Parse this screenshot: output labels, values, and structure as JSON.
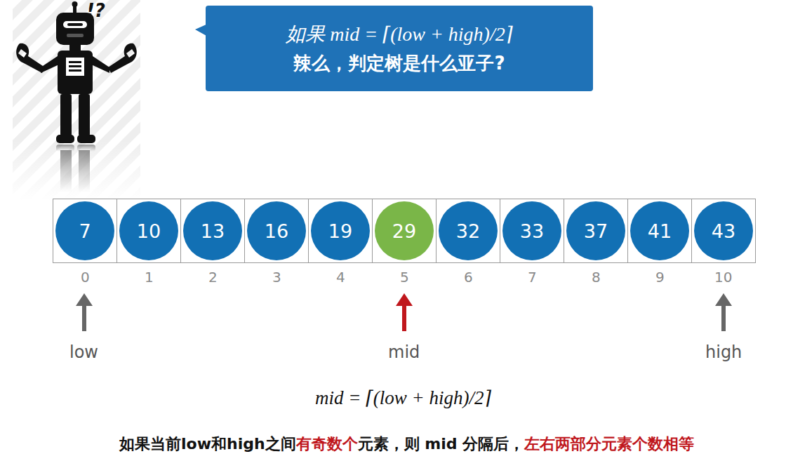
{
  "diagram": {
    "nodes": [
      {
        "text": [
          "如果 mid = ⌈(low + high)/2⌉",
          "辣么，判定树是什么亚子?"
        ]
      },
      {
        "text": [
          "7"
        ]
      },
      {
        "text": [
          "10"
        ]
      },
      {
        "text": [
          "13"
        ]
      },
      {
        "text": [
          "16"
        ]
      },
      {
        "text": [
          "19"
        ]
      },
      {
        "text": [
          "29"
        ]
      },
      {
        "text": [
          "32"
        ]
      },
      {
        "text": [
          "33"
        ]
      },
      {
        "text": [
          "37"
        ]
      },
      {
        "text": [
          "41"
        ]
      },
      {
        "text": [
          "43"
        ]
      }
    ],
    "labels": [
      "!?",
      "0",
      "1",
      "2",
      "3",
      "4",
      "5",
      "6",
      "7",
      "8",
      "9",
      "10",
      "low",
      "mid",
      "high",
      "mid = ⌈(low + high)/2⌉",
      "如果当前low和high之间",
      "有奇数个",
      "元素，则 mid 分隔后，",
      "左右两部分元素个数相等"
    ]
  }
}
